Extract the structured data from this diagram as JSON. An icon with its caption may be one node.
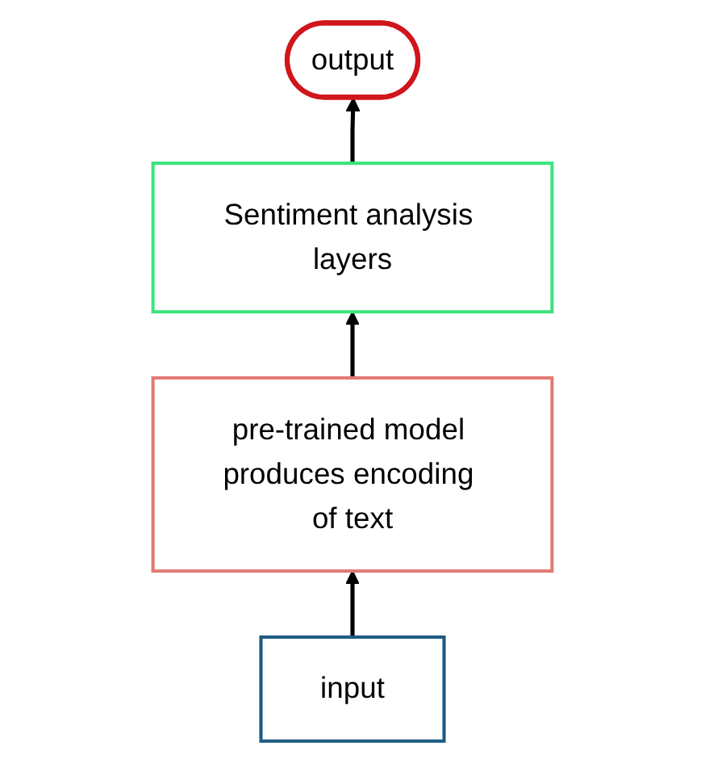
{
  "diagram": {
    "nodes": [
      {
        "text": [
          "output"
        ]
      },
      {
        "text": [
          "Sentiment analysis layers"
        ]
      },
      {
        "text": [
          "pre-trained model produces encoding of text"
        ]
      },
      {
        "text": [
          "input"
        ]
      }
    ],
    "edges": [
      {
        "from": 3,
        "to": 2,
        "arrow": "to"
      },
      {
        "from": 2,
        "to": 1,
        "arrow": "to"
      },
      {
        "from": 1,
        "to": 0,
        "arrow": "to"
      }
    ]
  }
}
